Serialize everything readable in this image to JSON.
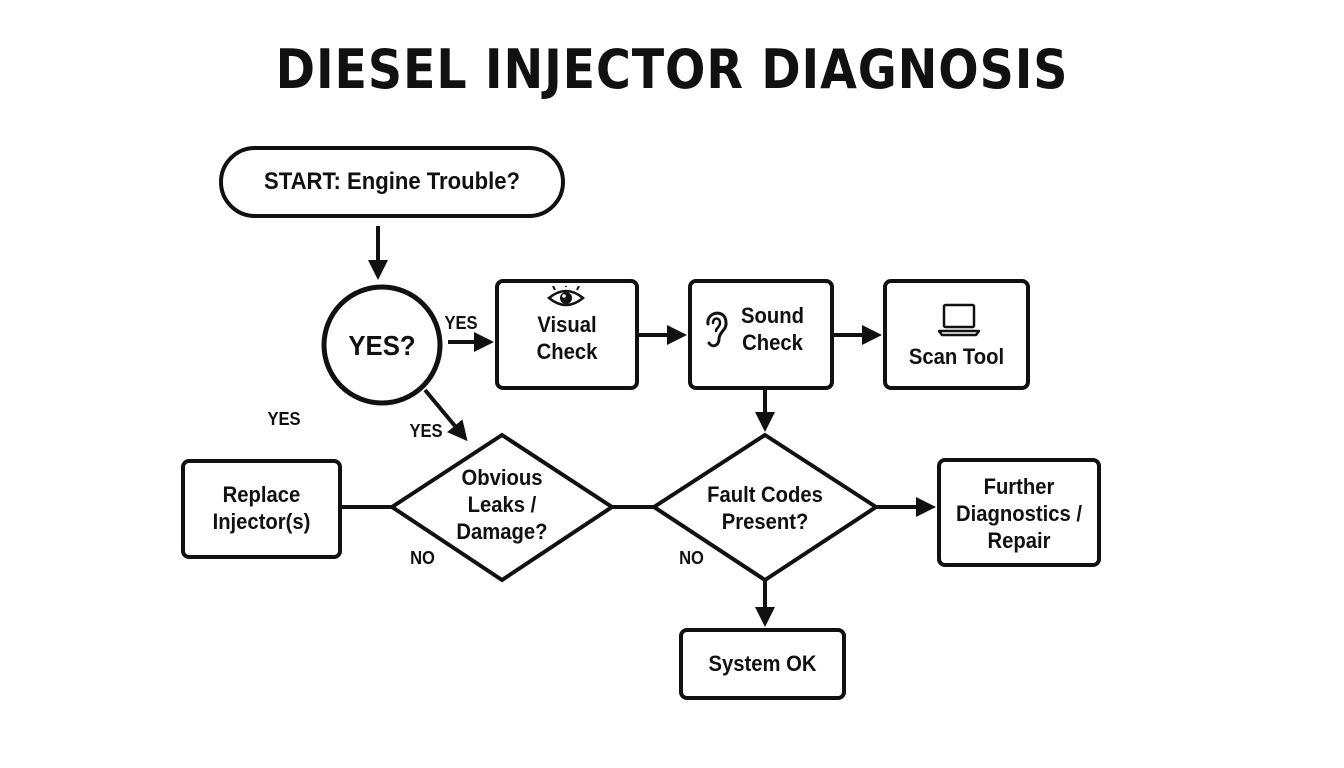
{
  "title": "DIESEL INJECTOR DIAGNOSIS",
  "nodes": {
    "start": {
      "label": "START: Engine Trouble?"
    },
    "decision_yes": {
      "label": "YES?"
    },
    "visual_check": {
      "line1": "Visual",
      "line2": "Check",
      "icon": "eye-icon"
    },
    "sound_check": {
      "line1": "Sound",
      "line2": "Check",
      "icon": "ear-icon"
    },
    "scan_tool": {
      "label": "Scan Tool",
      "icon": "laptop-icon"
    },
    "leaks_decision": {
      "line1": "Obvious",
      "line2": "Leaks /",
      "line3": "Damage?"
    },
    "fault_decision": {
      "line1": "Fault Codes",
      "line2": "Present?"
    },
    "replace": {
      "line1": "Replace",
      "line2": "Injector(s)"
    },
    "further": {
      "line1": "Further",
      "line2": "Diagnostics /",
      "line3": "Repair"
    },
    "system_ok": {
      "label": "System OK"
    }
  },
  "edge_labels": {
    "yes_to_visual": "YES",
    "yes_to_leaks": "YES",
    "yes_to_replace": "YES",
    "leaks_no": "NO",
    "fault_no": "NO"
  },
  "colors": {
    "stroke": "#111111",
    "background": "#ffffff"
  }
}
